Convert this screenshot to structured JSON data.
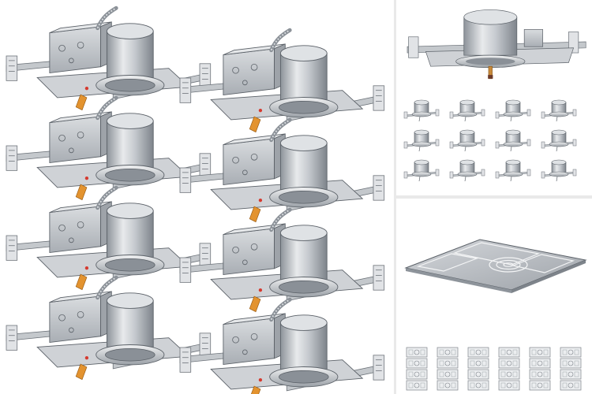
{
  "image": {
    "description_free": true,
    "panels": [
      {
        "id": "main",
        "content": "housing-grid",
        "housing_count": 8
      },
      {
        "id": "top-right",
        "content": "housing-hero-plus-thumbnails",
        "thumbnail_count": 12
      },
      {
        "id": "bottom-right",
        "content": "mounting-plate-plus-thumbnails",
        "thumbnail_count": 24
      }
    ],
    "colors": {
      "background": "#ffffff",
      "divider": "#e6e6e6",
      "metal_light": "#e2e4e7",
      "metal_mid": "#b9bdc2",
      "metal_dark": "#7e848b",
      "outline": "#5b6168",
      "wire_tab": "#e3932f",
      "indicator_red": "#d53a2f"
    }
  }
}
